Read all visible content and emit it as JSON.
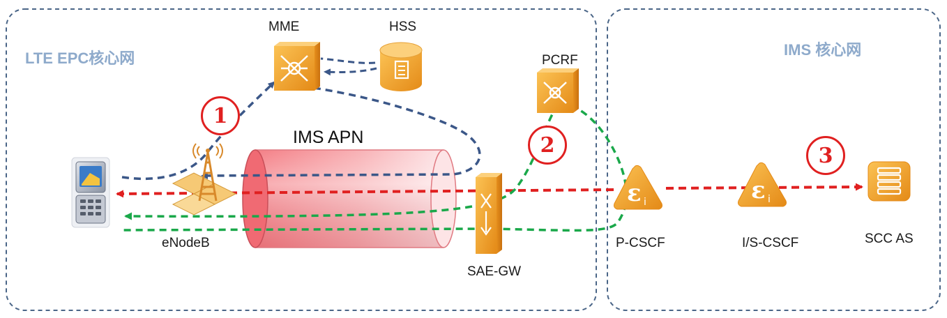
{
  "regions": {
    "epc_title": "LTE EPC核心网",
    "ims_title": "IMS 核心网"
  },
  "nodes": {
    "mme": "MME",
    "hss": "HSS",
    "pcrf": "PCRF",
    "enodeb": "eNodeB",
    "sae_gw": "SAE-GW",
    "p_cscf": "P-CSCF",
    "is_cscf": "I/S-CSCF",
    "scc_as": "SCC AS"
  },
  "tunnel": {
    "label": "IMS APN"
  },
  "steps": [
    "1",
    "2",
    "3"
  ],
  "icons": {
    "cscf_symbol": "ε",
    "cscf_sub": "i"
  },
  "colors": {
    "region_border": "#4a6587",
    "region_title": "#8eaacb",
    "attach_flow": "#3b5788",
    "pcrf_flow": "#1aa84a",
    "sip_flow": "#e02020",
    "node_orange": "#f0a02a",
    "step_red": "#e02020"
  }
}
